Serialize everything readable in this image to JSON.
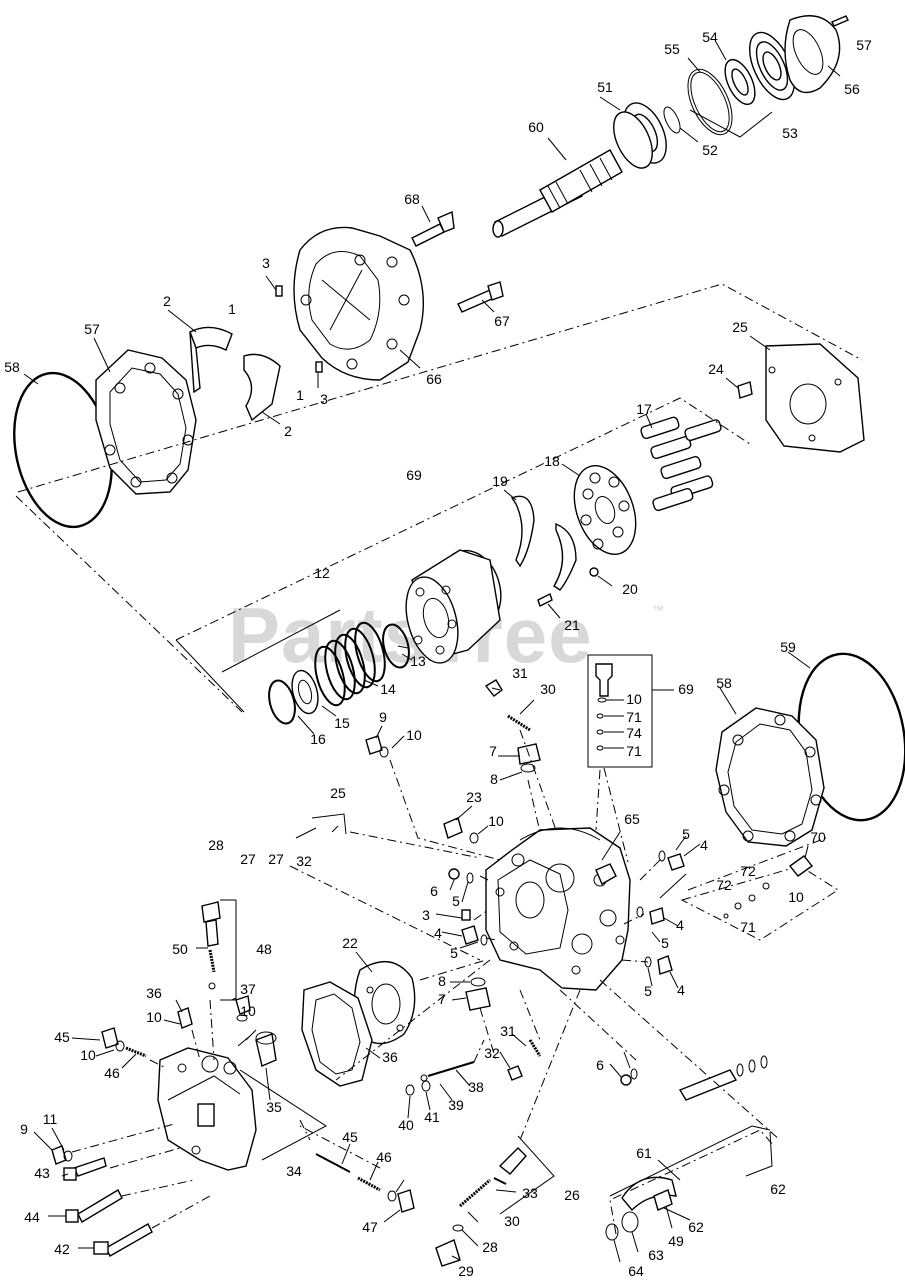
{
  "watermark": {
    "brand": "PartsTree",
    "trademark": "™"
  },
  "callouts": [
    "1",
    "1",
    "2",
    "2",
    "3",
    "3",
    "3",
    "4",
    "4",
    "4",
    "4",
    "5",
    "5",
    "5",
    "5",
    "5",
    "6",
    "6",
    "7",
    "7",
    "8",
    "8",
    "9",
    "9",
    "10",
    "10",
    "10",
    "10",
    "10",
    "10",
    "10",
    "11",
    "12",
    "13",
    "14",
    "15",
    "16",
    "17",
    "18",
    "19",
    "20",
    "21",
    "22",
    "23",
    "24",
    "25",
    "25",
    "26",
    "27",
    "27",
    "28",
    "28",
    "29",
    "30",
    "30",
    "31",
    "31",
    "32",
    "32",
    "33",
    "34",
    "35",
    "36",
    "36",
    "37",
    "38",
    "39",
    "40",
    "41",
    "42",
    "43",
    "44",
    "45",
    "45",
    "46",
    "46",
    "47",
    "48",
    "49",
    "50",
    "51",
    "52",
    "53",
    "54",
    "55",
    "56",
    "57",
    "57",
    "58",
    "58",
    "59",
    "60",
    "61",
    "62",
    "62",
    "63",
    "64",
    "65",
    "66",
    "67",
    "68",
    "69",
    "69",
    "70",
    "71",
    "71",
    "71",
    "72",
    "72",
    "74"
  ]
}
